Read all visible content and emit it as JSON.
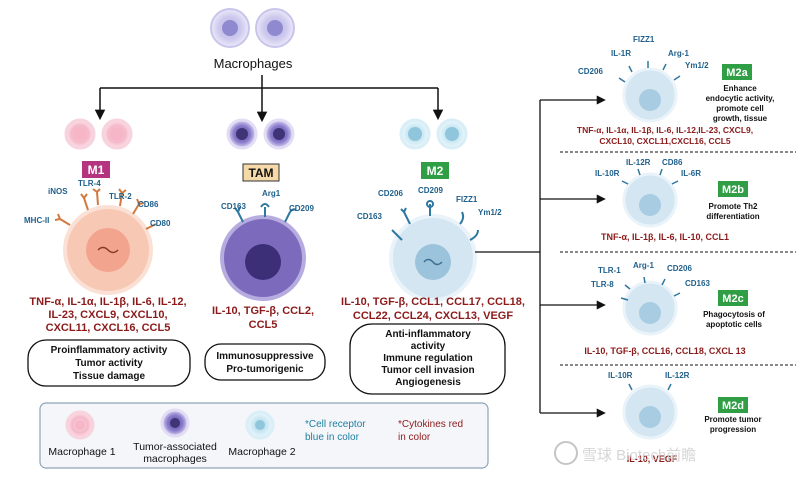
{
  "title": "Macrophages",
  "m1": {
    "badge": "M1",
    "receptors": [
      "iNOS",
      "TLR-4",
      "TLR-2",
      "CD86",
      "MHC-II",
      "CD80"
    ],
    "cytokines": [
      "TNF-α, IL-1α, IL-1β, IL-6, IL-12,",
      "IL-23, CXCL9, CXCL10,",
      "CXCL11, CXCL16, CCL5"
    ],
    "functions": [
      "Proinflammatory activity",
      "Tumor activity",
      "Tissue damage"
    ]
  },
  "tam": {
    "badge": "TAM",
    "receptors": [
      "CD163",
      "Arg1",
      "CD209"
    ],
    "cytokines": [
      "IL-10, TGF-β, CCL2,",
      "CCL5"
    ],
    "functions": [
      "Immunosuppressive",
      "Pro-tumorigenic"
    ]
  },
  "m2": {
    "badge": "M2",
    "receptors": [
      "CD206",
      "CD209",
      "FIZZ1",
      "CD163",
      "Ym1/2"
    ],
    "cytokines": [
      "IL-10, TGF-β, CCL1, CCL17, CCL18,",
      "CCL22, CCL24, CXCL13, VEGF"
    ],
    "functions": [
      "Anti-inflammatory",
      "activity",
      "Immune regulation",
      "Tumor cell invasion",
      "Angiogenesis"
    ]
  },
  "m2a": {
    "badge": "M2a",
    "receptors": [
      "FIZZ1",
      "IL-1R",
      "Arg-1",
      "CD206",
      "Ym1/2"
    ],
    "description": [
      "Enhance",
      "endocytic activity,",
      "promote cell",
      "growth, tissue"
    ],
    "cytokines": [
      "TNF-α, IL-1α, IL-1β, IL-6, IL-12,IL-23, CXCL9,",
      "CXCL10, CXCL11,CXCL16, CCL5"
    ]
  },
  "m2b": {
    "badge": "M2b",
    "receptors": [
      "IL-12R",
      "CD86",
      "IL-10R",
      "IL-6R"
    ],
    "description": [
      "Promote Th2",
      "differentiation"
    ],
    "cytokines": [
      "TNF-α, IL-1β, IL-6, IL-10, CCL1"
    ]
  },
  "m2c": {
    "badge": "M2c",
    "receptors": [
      "Arg-1",
      "TLR-1",
      "CD206",
      "TLR-8",
      "CD163"
    ],
    "description": [
      "Phagocytosis of",
      "apoptotic cells"
    ],
    "cytokines": [
      "IL-10, TGF-β, CCL16, CCL18, CXCL 13"
    ]
  },
  "m2d": {
    "badge": "M2d",
    "receptors": [
      "IL-10R",
      "IL-12R"
    ],
    "description": [
      "Promote tumor",
      "progression"
    ],
    "cytokines": [
      "IL-10, VEGF"
    ]
  },
  "legend": {
    "m1": "Macrophage 1",
    "tam": [
      "Tumor-associated",
      "macrophages"
    ],
    "m2": "Macrophage 2",
    "receptor_note": [
      "*Cell receptor",
      "blue in color"
    ],
    "cytokine_note": [
      "*Cytokines red",
      "in color"
    ]
  },
  "watermark": "雪球 Biotech前瞻",
  "colors": {
    "m1_badge": "#b5347f",
    "tam_badge": "#f6d9a8",
    "m2_badge": "#2f9e44",
    "receptor_text": "#1f5f8b",
    "cytokine_text": "#8b1a1a",
    "m1_cell": "#f7c8b4",
    "tam_cell": "#7c6bbd",
    "m2_cell": "#d3e6f2"
  }
}
